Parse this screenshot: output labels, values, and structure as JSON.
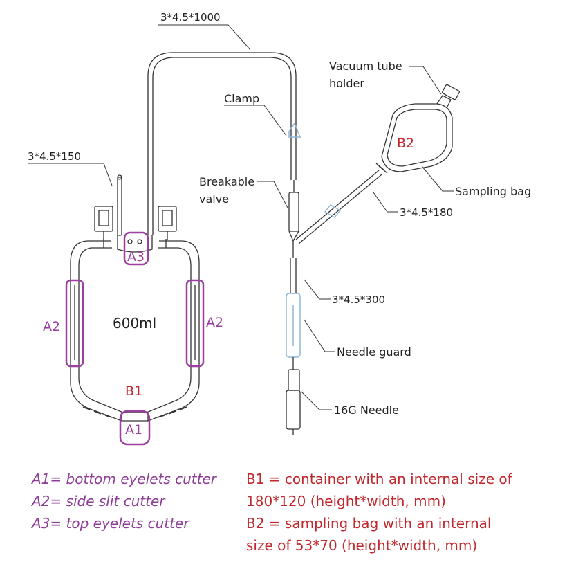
{
  "labels": {
    "tube_long": "3*4.5*1000",
    "tube_short": "3*4.5*150",
    "vacuum_tube_holder_line1": "Vacuum tube",
    "vacuum_tube_holder_line2": "holder",
    "clamp": "Clamp",
    "breakable_valve_line1": "Breakable",
    "breakable_valve_line2": "valve",
    "sampling_bag": "Sampling bag",
    "tube_sampling": "3*4.5*180",
    "tube_needle": "3*4.5*300",
    "needle_guard": "Needle guard",
    "needle": "16G Needle",
    "volume": "600ml"
  },
  "markers": {
    "a1": "A1",
    "a2_left": "A2",
    "a2_right": "A2",
    "a3": "A3",
    "b1": "B1",
    "b2": "B2"
  },
  "legend": {
    "a1": "A1= bottom eyelets cutter",
    "a2": "A2= side slit cutter",
    "a3": "A3= top eyelets cutter",
    "b1_line1": "B1 = container with an internal size of",
    "b1_line2": "180*120 (height*width, mm)",
    "b2_line1": "B2 = sampling bag with an internal",
    "b2_line2": "size of 53*70 (height*width, mm)"
  },
  "colors": {
    "line": "#333333",
    "purple": "#9b3fa0",
    "red": "#c0282d",
    "blue_part": "#8fb8d8"
  }
}
